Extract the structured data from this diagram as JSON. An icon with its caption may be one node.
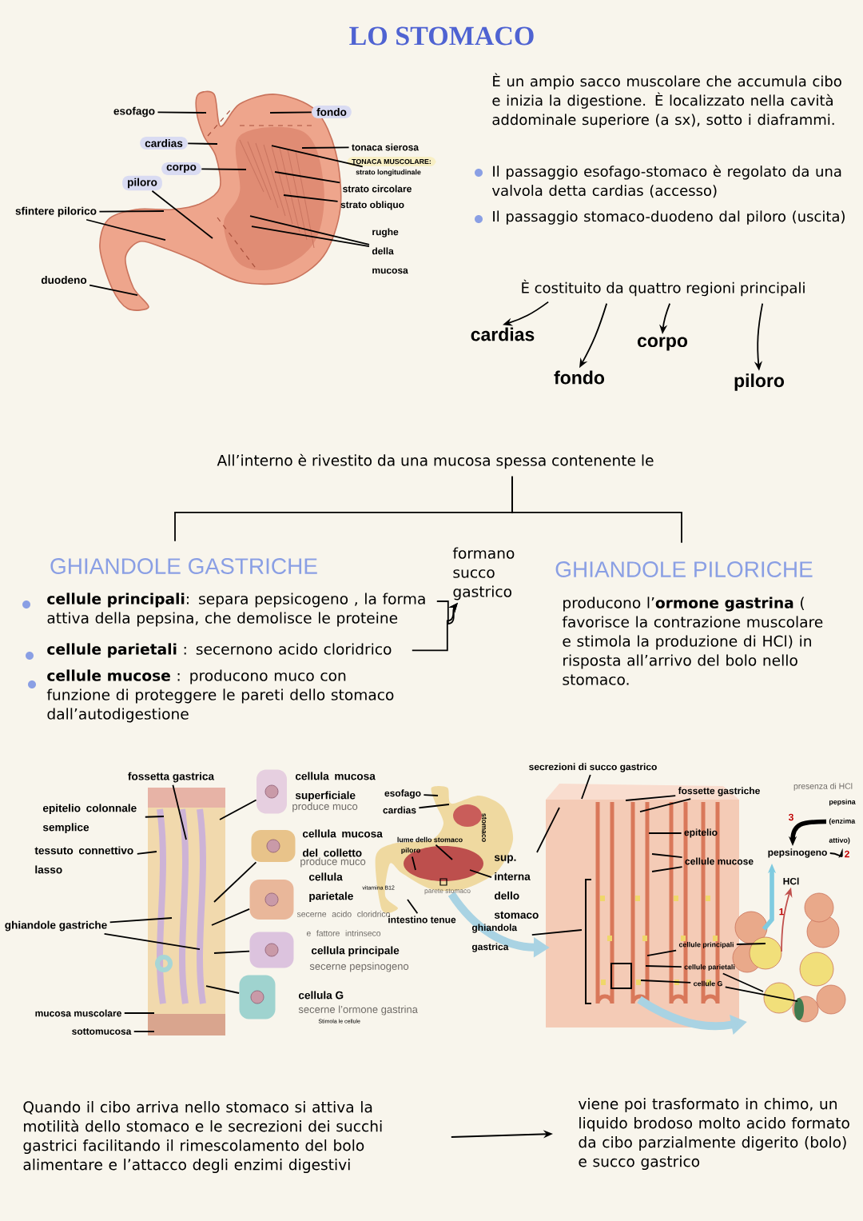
{
  "diagram": {
    "title": "LO STOMACO",
    "nodes": [
      {
        "text": [
          "esofago"
        ]
      },
      {
        "text": [
          "fondo"
        ]
      },
      {
        "text": [
          "cardias"
        ]
      },
      {
        "text": [
          "corpo"
        ]
      },
      {
        "text": [
          "piloro"
        ]
      },
      {
        "text": [
          "sfintere pilorico"
        ]
      },
      {
        "text": [
          "duodeno"
        ]
      },
      {
        "text": [
          "tonaca sierosa"
        ]
      },
      {
        "text": [
          "strato longitudinale"
        ]
      },
      {
        "text": [
          "strato circolare"
        ]
      },
      {
        "text": [
          "strato obliquo"
        ]
      },
      {
        "text": [
          "rughe della mucosa"
        ]
      },
      {
        "text": [
          "È costituito da quattro regioni principali"
        ]
      },
      {
        "text": [
          "cardias"
        ]
      },
      {
        "text": [
          "fondo"
        ]
      },
      {
        "text": [
          "corpo"
        ]
      },
      {
        "text": [
          "piloro"
        ]
      },
      {
        "text": [
          "All’interno è rivestito da una mucosa spessa contenente le"
        ]
      },
      {
        "text": [
          "GHIANDOLE GASTRICHE"
        ]
      },
      {
        "text": [
          "formano succo gastrico"
        ]
      },
      {
        "text": [
          "GHIANDOLE PILORICHE"
        ]
      },
      {
        "text": [
          "**cellule principali**: separa pepsicogeno , la forma attiva della pepsina, che demolisce le proteine"
        ]
      },
      {
        "text": [
          "**cellule parietali** : secernono acido cloridrico"
        ]
      },
      {
        "text": [
          "fossetta gastrica"
        ]
      },
      {
        "text": [
          "epitelio colonnale semplice"
        ]
      },
      {
        "text": [
          "tessuto connettivo lasso"
        ]
      },
      {
        "text": [
          "ghiandole gastriche"
        ]
      },
      {
        "text": [
          "mucosa muscolare"
        ]
      },
      {
        "text": [
          "sottomucosa"
        ]
      },
      {
        "text": [],
        "shape": "picture",
        "beside": [
          "cellula mucosa superficiale",
          "produce muco"
        ]
      },
      {
        "text": [],
        "shape": "picture",
        "beside": [
          "cellula mucosa del colletto",
          "produce muco"
        ]
      },
      {
        "text": [],
        "shape": "picture",
        "beside": [
          "cellula parietale",
          "vitamina B12",
          "secerne acido cloridrico e fattore intrinseco"
        ]
      },
      {
        "text": [],
        "shape": "picture",
        "beside": [
          "cellula principale",
          "secerne pepsinogeno"
        ]
      },
      {
        "text": [],
        "shape": "picture",
        "beside": [
          "cellula G",
          "secerne l’ormone gastrina",
          "Stimola le cellule"
        ]
      },
      {
        "text": [
          "esofago"
        ]
      },
      {
        "text": [
          "cardias"
        ]
      },
      {
        "text": [
          "lume dello stomaco"
        ]
      },
      {
        "text": [
          "piloro"
        ]
      },
      {
        "text": [
          "sup. interna dello stomaco"
        ]
      },
      {
        "text": [
          "intestino tenue"
        ]
      },
      {
        "text": [
          "ghiandola gastrica"
        ]
      },
      {
        "text": [
          "secrezioni di succo gastrico"
        ]
      },
      {
        "text": [
          "fossette gastriche"
        ]
      },
      {
        "text": [
          "epitelio"
        ]
      },
      {
        "text": [
          "cellule mucose"
        ]
      },
      {
        "text": [
          "pepsina (enzima attivo)"
        ]
      },
      {
        "text": [
          "pepsinogeno"
        ]
      },
      {
        "text": [
          "HCl"
        ]
      },
      {
        "text": [
          "cellule principali"
        ]
      },
      {
        "text": [
          "cellule parietali"
        ]
      },
      {
        "text": [
          "cellule G"
        ]
      },
      {
        "text": [
          "Quando il cibo arriva nello stomaco si attiva la motilità dello stomaco e le secrezioni dei succhi gastrici facilitando il rimescolamento del bolo alimentare e l’attacco degli enzimi digestivi"
        ]
      },
      {
        "text": [
          "viene poi trasformato in chimo, un liquido brodoso molto acido formato da cibo parzialmente digerito (bolo) e succo gastrico"
        ]
      }
    ],
    "edges": [
      {
        "from": 0,
        "to": null,
        "arrow": "none"
      },
      {
        "from": 1,
        "to": null,
        "arrow": "none"
      },
      {
        "from": 2,
        "to": null,
        "arrow": "none"
      },
      {
        "from": 3,
        "to": null,
        "arrow": "none"
      },
      {
        "from": 4,
        "to": null,
        "arrow": "none"
      },
      {
        "from": 5,
        "to": null,
        "arrow": "none"
      },
      {
        "from": 5,
        "to": null,
        "arrow": "none"
      },
      {
        "from": 6,
        "to": null,
        "arrow": "none"
      },
      {
        "from": 7,
        "to": null,
        "arrow": "none"
      },
      {
        "from": 8,
        "to": null,
        "arrow": "none"
      },
      {
        "from": 9,
        "to": null,
        "arrow": "none"
      },
      {
        "from": 10,
        "to": null,
        "arrow": "none"
      },
      {
        "from": 11,
        "to": null,
        "arrow": "none"
      },
      {
        "from": 11,
        "to": null,
        "arrow": "none"
      },
      {
        "from": 12,
        "to": 13,
        "arrow": "to"
      },
      {
        "from": 12,
        "to": 14,
        "arrow": "to"
      },
      {
        "from": 12,
        "to": 15,
        "arrow": "to"
      },
      {
        "from": 12,
        "to": 16,
        "arrow": "to"
      },
      {
        "from": 17,
        "to": 18,
        "arrow": "none"
      },
      {
        "from": 17,
        "to": 20,
        "arrow": "none"
      },
      {
        "from": 21,
        "to": 19,
        "arrow": "to"
      },
      {
        "from": 22,
        "to": 19,
        "arrow": "to"
      },
      {
        "from": 23,
        "to": null,
        "arrow": "none"
      },
      {
        "from": 24,
        "to": null,
        "arrow": "none"
      },
      {
        "from": 25,
        "to": null,
        "arrow": "none"
      },
      {
        "from": 26,
        "to": null,
        "arrow": "none"
      },
      {
        "from": 26,
        "to": null,
        "arrow": "none"
      },
      {
        "from": 27,
        "to": null,
        "arrow": "none"
      },
      {
        "from": 28,
        "to": null,
        "arrow": "none"
      },
      {
        "from": 29,
        "to": null,
        "arrow": "none"
      },
      {
        "from": 30,
        "to": null,
        "arrow": "none"
      },
      {
        "from": 31,
        "to": null,
        "arrow": "none"
      },
      {
        "from": 32,
        "to": null,
        "arrow": "none"
      },
      {
        "from": 33,
        "to": null,
        "arrow": "none"
      },
      {
        "from": 34,
        "to": null,
        "arrow": "none"
      },
      {
        "from": 35,
        "to": null,
        "arrow": "none"
      },
      {
        "from": 36,
        "to": null,
        "arrow": "none"
      },
      {
        "from": 37,
        "to": null,
        "arrow": "none"
      },
      {
        "from": 38,
        "to": null,
        "arrow": "none"
      },
      {
        "from": 38,
        "to": null,
        "arrow": "none"
      },
      {
        "from": 39,
        "to": null,
        "arrow": "none"
      },
      {
        "from": 40,
        "to": null,
        "arrow": "none"
      },
      {
        "from": 41,
        "to": null,
        "arrow": "none"
      },
      {
        "from": 42,
        "to": null,
        "arrow": "none"
      },
      {
        "from": 42,
        "to": null,
        "arrow": "none"
      },
      {
        "from": 43,
        "to": null,
        "arrow": "none"
      },
      {
        "from": 44,
        "to": null,
        "arrow": "none"
      },
      {
        "from": 44,
        "to": null,
        "arrow": "none"
      },
      {
        "from": 45,
        "to": 46,
        "arrow": "to",
        "label": "3",
        "style": "thick"
      },
      {
        "from": 46,
        "to": 45,
        "arrow": "to",
        "label": "2"
      },
      {
        "from": null,
        "to": 46,
        "arrow": "to",
        "label": "1",
        "style": "thick",
        "color": "#7fcbe0"
      },
      {
        "from": null,
        "to": 47,
        "arrow": "to",
        "color": "#c0504d"
      },
      {
        "from": 48,
        "to": null,
        "arrow": "none"
      },
      {
        "from": 48,
        "to": null,
        "arrow": "none"
      },
      {
        "from": 49,
        "to": null,
        "arrow": "none"
      },
      {
        "from": 49,
        "to": null,
        "arrow": "none"
      },
      {
        "from": 50,
        "to": null,
        "arrow": "none"
      },
      {
        "from": 50,
        "to": null,
        "arrow": "none"
      },
      {
        "from": 51,
        "to": 52,
        "arrow": "to"
      }
    ],
    "labels": [
      "TONACA MUSCOLARE:",
      "È un ampio sacco muscolare che accumula cibo e inizia la digestione. È localizzato nella cavità addominale superiore (a sx), sotto i diaframmi.",
      "Il passaggio esofago-stomaco è regolato da una valvola detta cardias (accesso)",
      "Il passaggio stomaco-duodeno dal piloro (uscita)",
      "**cellule mucose** : producono muco con funzione di proteggere le pareti dello stomaco dall’autodigestione",
      "producono l’**ormone gastrina** ( favorisce la contrazione muscolare e stimola la produzione di HCl) in risposta all’arrivo del bolo nello stomaco.",
      "stomaco",
      "parete stomaco",
      "presenza di HCl"
    ]
  }
}
